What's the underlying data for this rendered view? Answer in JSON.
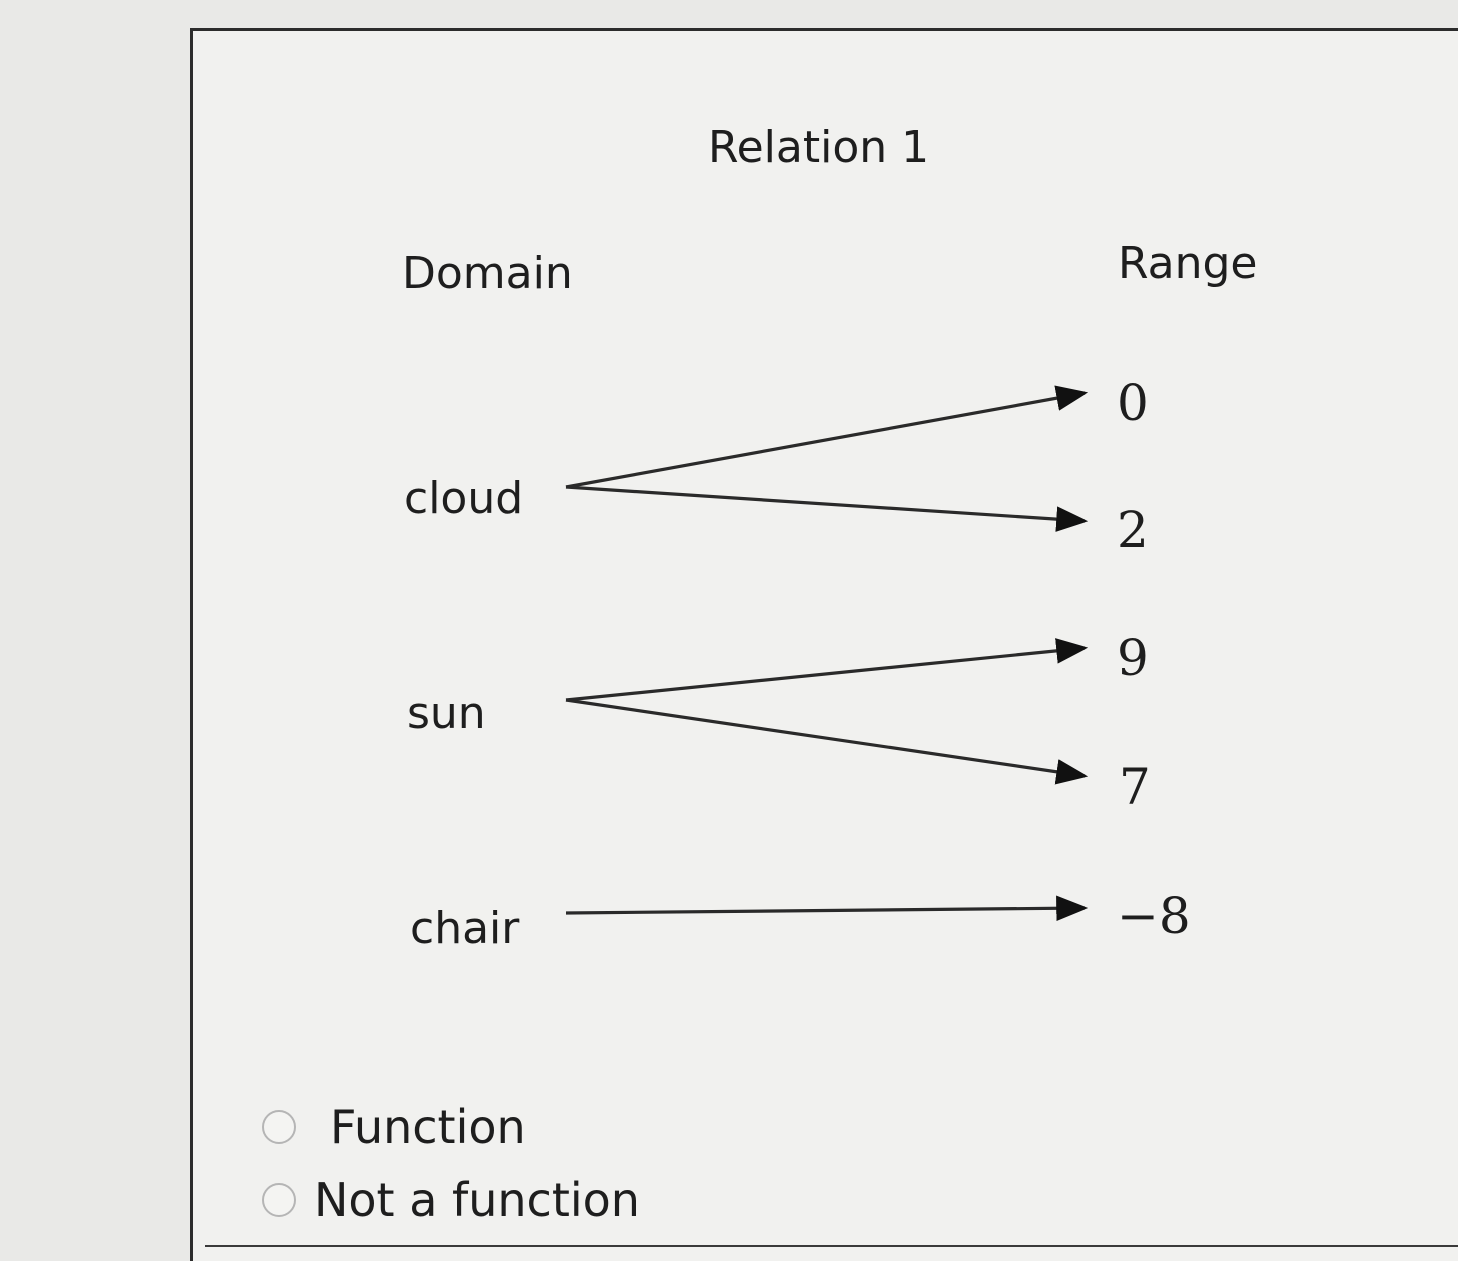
{
  "title": "Relation 1",
  "domain_header": "Domain",
  "range_header": "Range",
  "domain": [
    "cloud",
    "sun",
    "chair"
  ],
  "range": [
    "0",
    "2",
    "9",
    "7",
    "−8"
  ],
  "mapping": [
    {
      "from": 0,
      "to": 0
    },
    {
      "from": 0,
      "to": 1
    },
    {
      "from": 1,
      "to": 2
    },
    {
      "from": 1,
      "to": 3
    },
    {
      "from": 2,
      "to": 4
    }
  ],
  "options": [
    {
      "label": "Function"
    },
    {
      "label": "Not a function"
    }
  ]
}
